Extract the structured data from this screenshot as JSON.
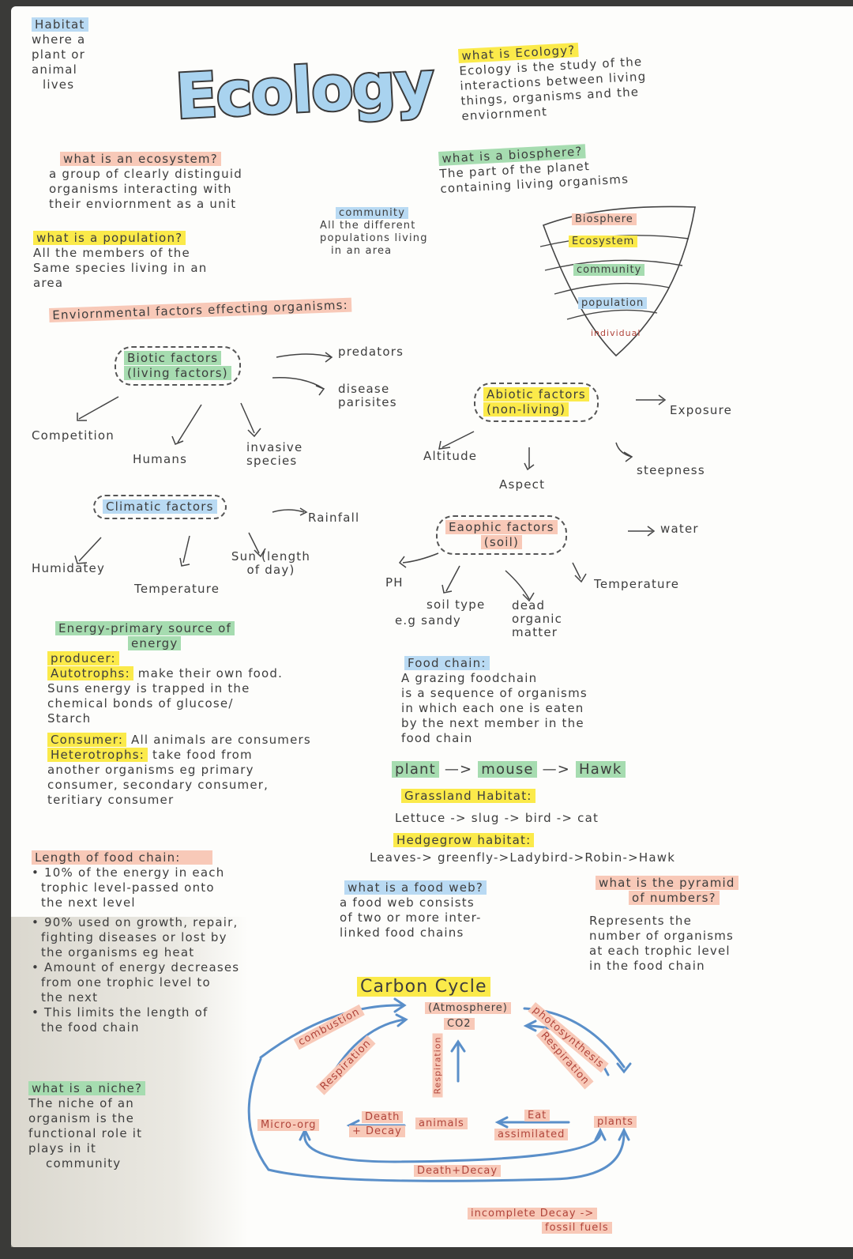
{
  "title": "Ecology",
  "habitat": {
    "heading": "Habitat",
    "lines": [
      "where a",
      "plant or",
      "animal",
      "lives"
    ]
  },
  "what_is_ecology": {
    "heading": "what is Ecology?",
    "lines": [
      "Ecology is the study of the",
      "interactions between living",
      "things, organisms and the",
      "enviornment"
    ]
  },
  "what_is_biosphere": {
    "heading": "what is a biosphere?",
    "lines": [
      "The part of the planet",
      "containing living organisms"
    ]
  },
  "what_is_ecosystem": {
    "heading": "what is an ecosystem?",
    "lines": [
      "a group of clearly distinguid",
      "organisms interacting with",
      "their enviornment as a unit"
    ]
  },
  "community": {
    "heading": "community",
    "lines": [
      "All the different",
      "populations living",
      "in an area"
    ]
  },
  "what_is_population": {
    "heading": "what is a population?",
    "lines": [
      "All the members of the",
      "Same species living in an",
      "area"
    ]
  },
  "hierarchy_pyramid": {
    "levels": [
      {
        "label": "Biosphere",
        "color": "#f8c9b8"
      },
      {
        "label": "Ecosystem",
        "color": "#fbea4a"
      },
      {
        "label": "community",
        "color": "#a6dcb0"
      },
      {
        "label": "population",
        "color": "#b9daf3"
      },
      {
        "label": "individual",
        "color": "#fdfdfb"
      }
    ]
  },
  "env_factors": {
    "heading": "Enviornmental factors effecting organisms:",
    "biotic": {
      "label_line1": "Biotic factors",
      "label_line2": "(living factors)",
      "branches": [
        "predators",
        "disease parisites",
        "Competition",
        "Humans",
        "invasive species"
      ]
    },
    "climatic": {
      "label": "Climatic factors",
      "branches": [
        "Rainfall",
        "Humidatey",
        "Temperature",
        "Sun (length of day)"
      ]
    },
    "abiotic": {
      "label_line1": "Abiotic factors",
      "label_line2": "(non-living)",
      "branches": [
        "Exposure",
        "Altitude",
        "Aspect",
        "steepness"
      ]
    },
    "edaphic": {
      "label_line1": "Eaophic factors",
      "label_line2": "(soil)",
      "branches": [
        "water",
        "PH",
        "soil type",
        "e.g sandy",
        "dead organic matter",
        "Temperature"
      ]
    }
  },
  "energy": {
    "heading_line1": "Energy-primary source of",
    "heading_line2": "energy",
    "producer_label": "producer:",
    "autotrophs_label": "Autotrophs:",
    "autotrophs_lines": [
      " make their own food.",
      "Suns energy is trapped in the",
      "chemical bonds of glucose/",
      "Starch"
    ],
    "consumer_label": "Consumer:",
    "consumer_text": " All animals are consumers",
    "heterotrophs_label": "Heterotrophs:",
    "heterotrophs_lines": [
      " take food from",
      "another organisms eg primary",
      "consumer, secondary consumer,",
      "teritiary consumer"
    ]
  },
  "food_chain": {
    "heading": "Food chain:",
    "lines": [
      "A grazing foodchain",
      "is a sequence of organisms",
      "in which each one is eaten",
      "by the next member in the",
      "food chain"
    ],
    "example": [
      "plant",
      "mouse",
      "Hawk"
    ],
    "grassland_heading": "Grassland Habitat:",
    "grassland_chain": "Lettuce -> slug -> bird -> cat",
    "hedgerow_heading": "Hedgegrow habitat:",
    "hedgerow_chain": "Leaves-> greenfly->Ladybird->Robin->Hawk"
  },
  "length_of_food_chain": {
    "heading": "Length of food chain:",
    "bullets": [
      [
        "10% of the energy in each",
        "trophic level-passed onto",
        "the next level"
      ],
      [
        "90% used on growth, repair,",
        "fighting diseases or lost by",
        "the organisms eg heat"
      ],
      [
        "Amount of energy decreases",
        "from one trophic level to",
        "the next"
      ],
      [
        "This limits the length of",
        "the food chain"
      ]
    ]
  },
  "food_web": {
    "heading": "what is a food web?",
    "lines": [
      "a food web consists",
      "of two or more inter-",
      "linked food chains"
    ]
  },
  "pyramid_of_numbers": {
    "heading_line1": "what is the pyramid",
    "heading_line2": "of numbers?",
    "lines": [
      "Represents the",
      "number of organisms",
      "at each trophic level",
      "in the food chain"
    ]
  },
  "niche": {
    "heading": "what is a niche?",
    "lines": [
      "The niche of an",
      "organism is the",
      "functional role it",
      "plays in it",
      "community"
    ]
  },
  "carbon_cycle": {
    "title": "Carbon Cycle",
    "atmosphere": "(Atmosphere)",
    "co2": "CO2",
    "nodes": {
      "micro": "Micro-org",
      "animals": "animals",
      "plants": "plants"
    },
    "labels": {
      "combustion": "combustion",
      "respiration_left": "Respiration",
      "respiration_mid": "Respiration",
      "photosynthesis": "photosynthesis",
      "respiration_right": "Respiration",
      "death_decay_1": "Death",
      "death_decay_2": "+ Decay",
      "eat": "Eat",
      "assimilated": "assimilated",
      "death_decay_bottom": "Death+Decay",
      "incomplete_1": "incomplete Decay ->",
      "incomplete_2": "fossil fuels"
    }
  },
  "colors": {
    "blue_highlight": "#b9daf3",
    "yellow_highlight": "#fbea4a",
    "green_highlight": "#a6dcb0",
    "red_highlight": "#f8c9b8",
    "ink": "#3d3d3d",
    "arrow_blue": "#5a8fc9"
  }
}
